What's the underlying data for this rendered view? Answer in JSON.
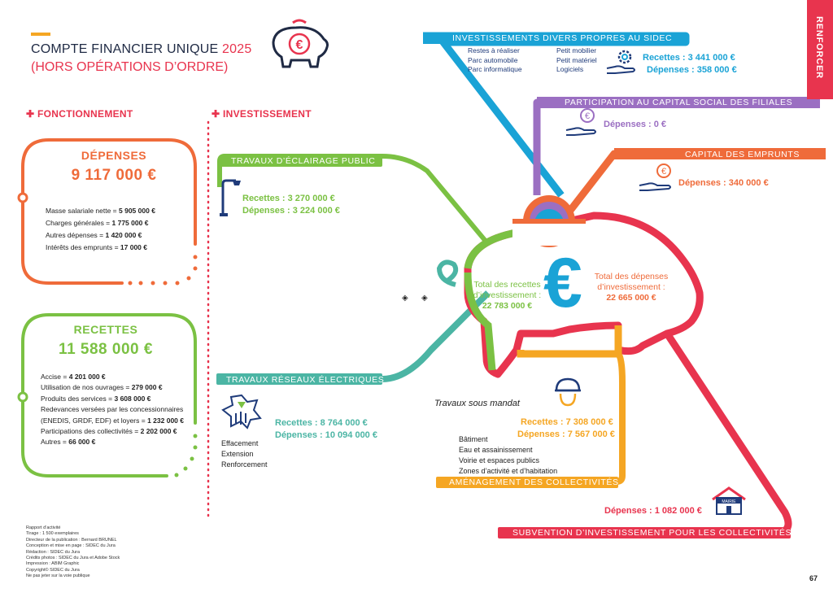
{
  "header": {
    "title_line1": "COMPTE FINANCIER UNIQUE",
    "title_year": "2025",
    "title_line2": "(HORS OPÉRATIONS D’ORDRE)"
  },
  "sidebar_tab": "RENFORCER",
  "colors": {
    "red": "#e8344e",
    "orange": "#ef6b3a",
    "green": "#7bc143",
    "teal": "#4bb5a4",
    "blue": "#1aa3d6",
    "purple": "#9b6fc2",
    "yellow": "#f5a623",
    "navy": "#1f2a44"
  },
  "fonctionnement": {
    "heading": "FONCTIONNEMENT",
    "depenses": {
      "title": "DÉPENSES",
      "amount": "9 117 000 €",
      "items": [
        {
          "label": "Masse salariale nette = ",
          "value": "5 905 000 €"
        },
        {
          "label": "Charges générales = ",
          "value": "1 775 000 €"
        },
        {
          "label": "Autres dépenses = ",
          "value": "1 420 000 €"
        },
        {
          "label": "Intérêts des emprunts = ",
          "value": "17 000 €"
        }
      ]
    },
    "recettes": {
      "title": "RECETTES",
      "amount": "11 588 000 €",
      "items": [
        {
          "label": "Accise = ",
          "value": "4 201 000 €"
        },
        {
          "label": "Utilisation de nos ouvrages = ",
          "value": "279 000 €"
        },
        {
          "label": "Produits des services = ",
          "value": "3 608 000 €"
        },
        {
          "label": "Redevances versées par les concessionnaires (ENEDIS, GRDF, EDF) et loyers = ",
          "value": "1 232 000 €"
        },
        {
          "label": "Participations des collectivités = ",
          "value": "2 202 000 €"
        },
        {
          "label": "Autres = ",
          "value": "66 000 €"
        }
      ]
    }
  },
  "investissement": {
    "heading": "INVESTISSEMENT",
    "eclairage": {
      "label": "TRAVAUX D’ÉCLAIRAGE PUBLIC",
      "recettes": "Recettes : 3 270 000 €",
      "depenses": "Dépenses : 3 224 000 €"
    },
    "reseaux": {
      "label": "TRAVAUX RÉSEAUX ÉLECTRIQUES",
      "items": [
        "Effacement",
        "Extension",
        "Renforcement"
      ],
      "recettes": "Recettes : 8 764 000 €",
      "depenses": "Dépenses : 10 094 000 €"
    },
    "divers": {
      "label": "INVESTISSEMENTS DIVERS PROPRES AU SIDEC",
      "col1": [
        "Restes à réaliser",
        "Parc automobile",
        "Parc informatique"
      ],
      "col2": [
        "Petit mobilier",
        "Petit matériel",
        "Logiciels"
      ],
      "recettes": "Recettes : 3 441 000 €",
      "depenses": "Dépenses : 358 000 €"
    },
    "filiales": {
      "label": "PARTICIPATION AU CAPITAL SOCIAL DES FILIALES",
      "depenses": "Dépenses : 0 €"
    },
    "emprunts": {
      "label": "CAPITAL DES EMPRUNTS",
      "depenses": "Dépenses : 340 000 €"
    },
    "mandat": {
      "title": "Travaux sous mandat",
      "recettes": "Recettes : 7 308 000 €",
      "depenses": "Dépenses : 7 567 000 €",
      "items": [
        "Bâtiment",
        "Eau et assainissement",
        "Voirie et espaces publics",
        "Zones d’activité et d’habitation"
      ],
      "label": "AMÉNAGEMENT DES COLLECTIVITÉS"
    },
    "subvention": {
      "label": "SUBVENTION D’INVESTISSEMENT POUR LES COLLECTIVITÉS",
      "depenses": "Dépenses : 1 082 000 €",
      "icon_text": "MAIRIE"
    },
    "center": {
      "recettes_label": "Total des recettes d’investissement :",
      "recettes_amount": "22 783 000 €",
      "depenses_label": "Total des dépenses d’investissement :",
      "depenses_amount": "22 665 000 €",
      "symbol": "€"
    }
  },
  "icons": [
    "piggy-bank-icon",
    "lamp-post-icon",
    "electric-network-icon",
    "gear-hand-icon",
    "euro-hand-icon",
    "worker-helmet-icon",
    "town-hall-icon"
  ],
  "credits": [
    "Rapport d’activité",
    "Tirage : 1 500 exemplaires",
    "Directeur de la publication : Bernard BRUNEL",
    "Conception et mise en page : SIDEC du Jura",
    "Rédaction : SIDEC du Jura",
    "Crédits photos : SIDEC du Jura et Adobe Stock",
    "Impression : ABIM Graphic",
    "Copyright© SIDEC du Jura",
    "Ne pas jeter sur la voie publique"
  ],
  "page_number": "67"
}
